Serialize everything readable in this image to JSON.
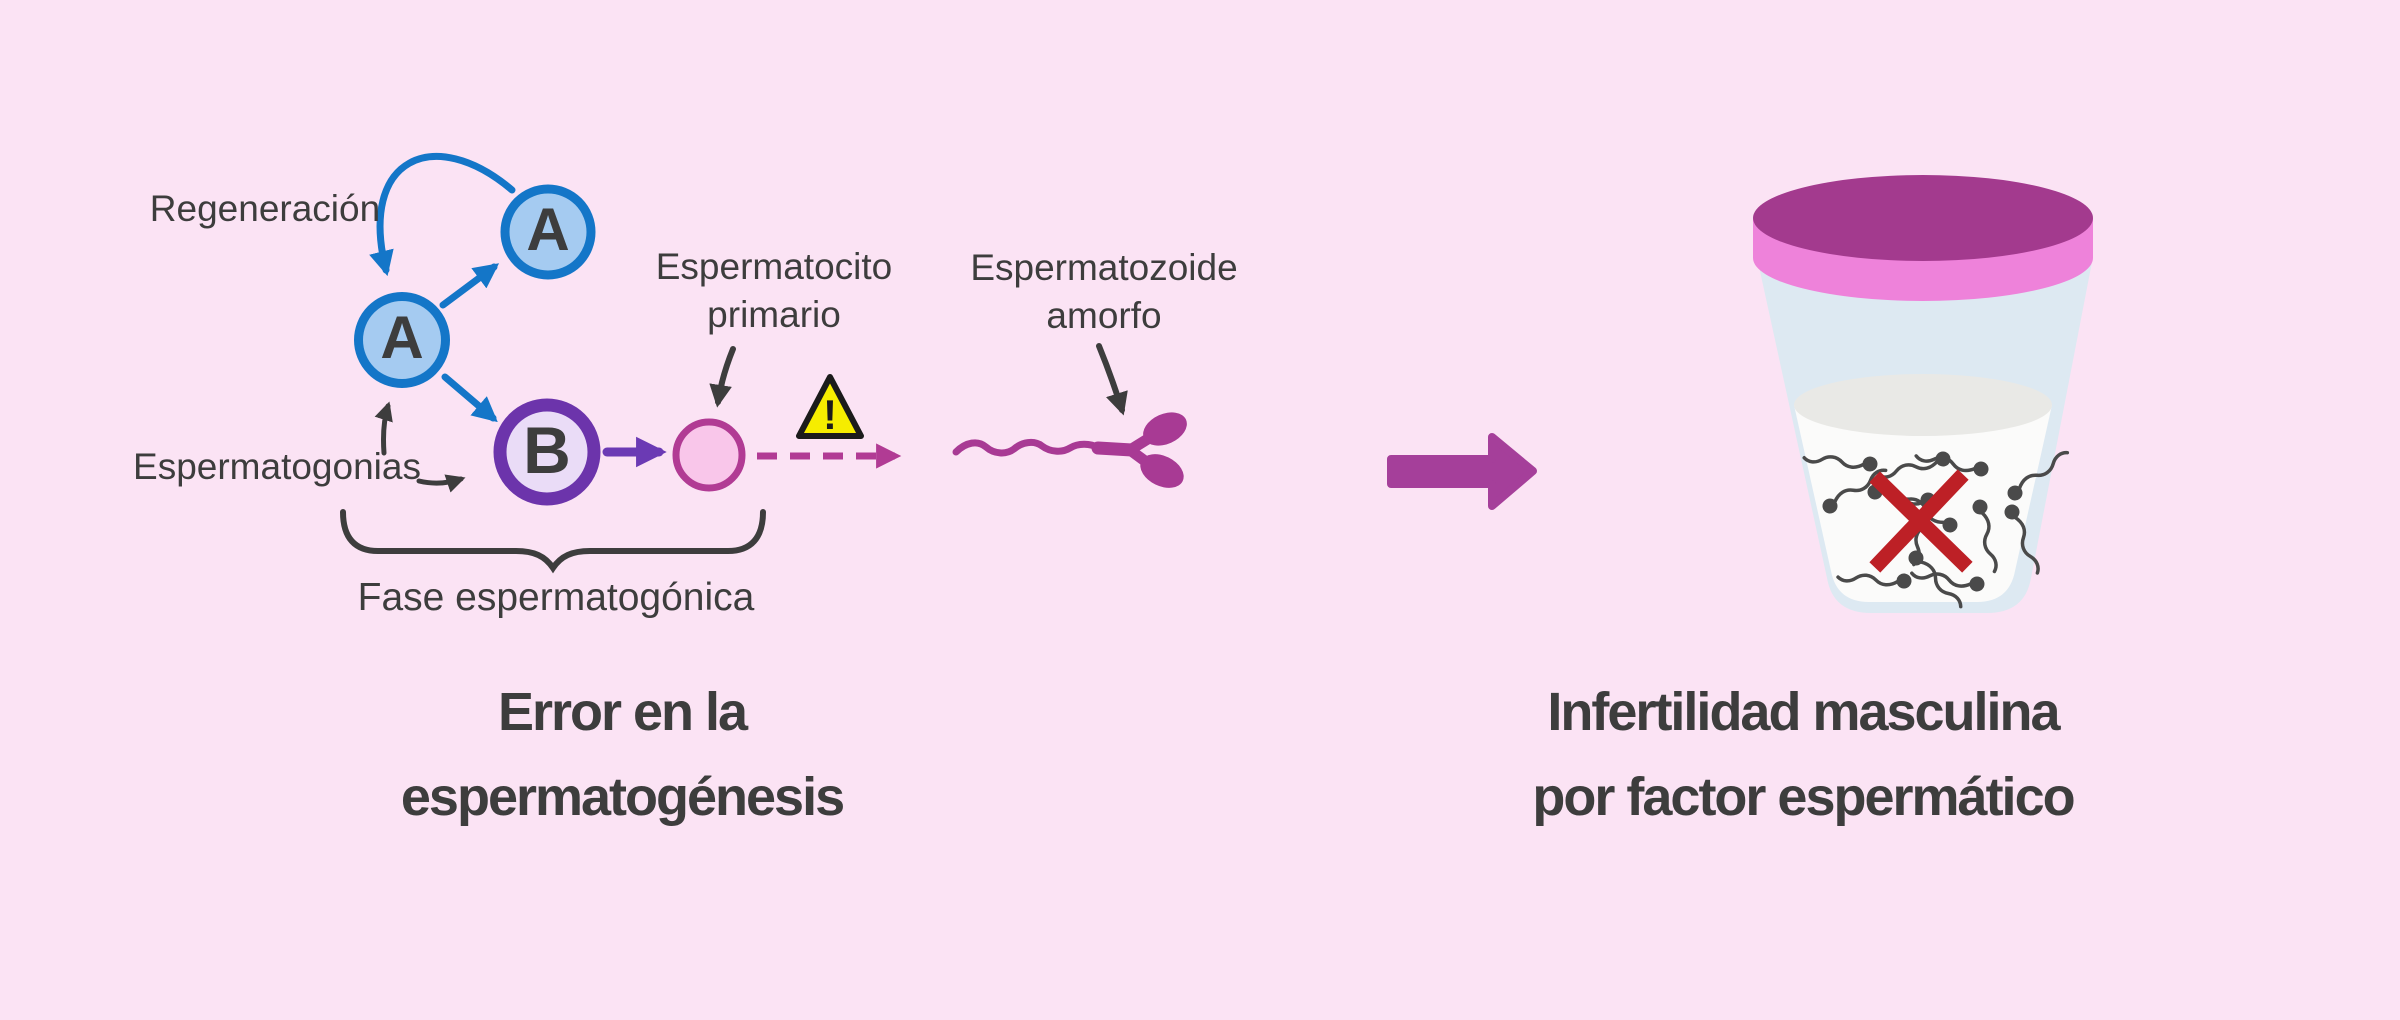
{
  "colors": {
    "background": "#fbe3f4",
    "dark": "#3d3d3d",
    "blue": "#1476c8",
    "blue_fill": "#a5cbf1",
    "purple": "#6c34ab",
    "purple_fill": "#eadcf7",
    "violet_arrow": "#6b3ab4",
    "magenta": "#b13b94",
    "pink_fill": "#f9c6ea",
    "sperm_magenta": "#a83a94",
    "warning_yellow": "#f6ed00",
    "warning_border": "#1b1b1b",
    "big_arrow": "#a53f9a",
    "lid_top": "#a33a8e",
    "lid_rim": "#ee82da",
    "cup_body": "#dde9f2",
    "cup_inner": "#fbfbfa",
    "cup_surface": "#e9e9e6",
    "cup_sperm": "#4a4a4a",
    "red_cross": "#bd2026"
  },
  "diagram": {
    "regeneration_label": "Regeneración",
    "spermatogonia_label": "Espermatogonias",
    "cell_a_label": "A",
    "cell_b_label": "B",
    "primary_spermatocyte_label_line1": "Espermatocito",
    "primary_spermatocyte_label_line2": "primario",
    "amorphous_sperm_label_line1": "Espermatozoide",
    "amorphous_sperm_label_line2": "amorfo",
    "phase_label": "Fase espermatogónica",
    "warning_symbol": "!"
  },
  "captions": {
    "left_title_line1": "Error en la",
    "left_title_line2": "espermatogénesis",
    "right_title_line1": "Infertilidad masculina",
    "right_title_line2": "por factor espermático"
  }
}
